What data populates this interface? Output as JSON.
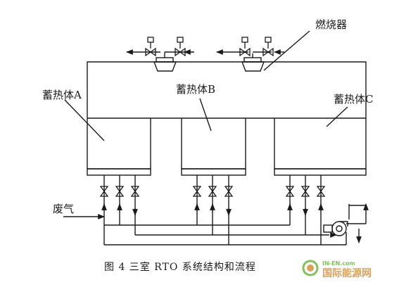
{
  "labels": {
    "burner": "燃烧器",
    "chamber_a": "蓄热体A",
    "chamber_b": "蓄热体B",
    "chamber_c": "蓄热体C",
    "waste_gas": "废气"
  },
  "caption": "图 4    三室 RTO 系统结构和流程",
  "watermark": {
    "url": "IN-EN.com",
    "name": "国际能源网"
  },
  "colors": {
    "line": "#1a1a1a",
    "watermark_orange": "#d9a15c",
    "watermark_green": "#7fc25a"
  },
  "icons": [
    "valve-icon",
    "fan-icon",
    "burner-icon",
    "arrow-icon"
  ]
}
